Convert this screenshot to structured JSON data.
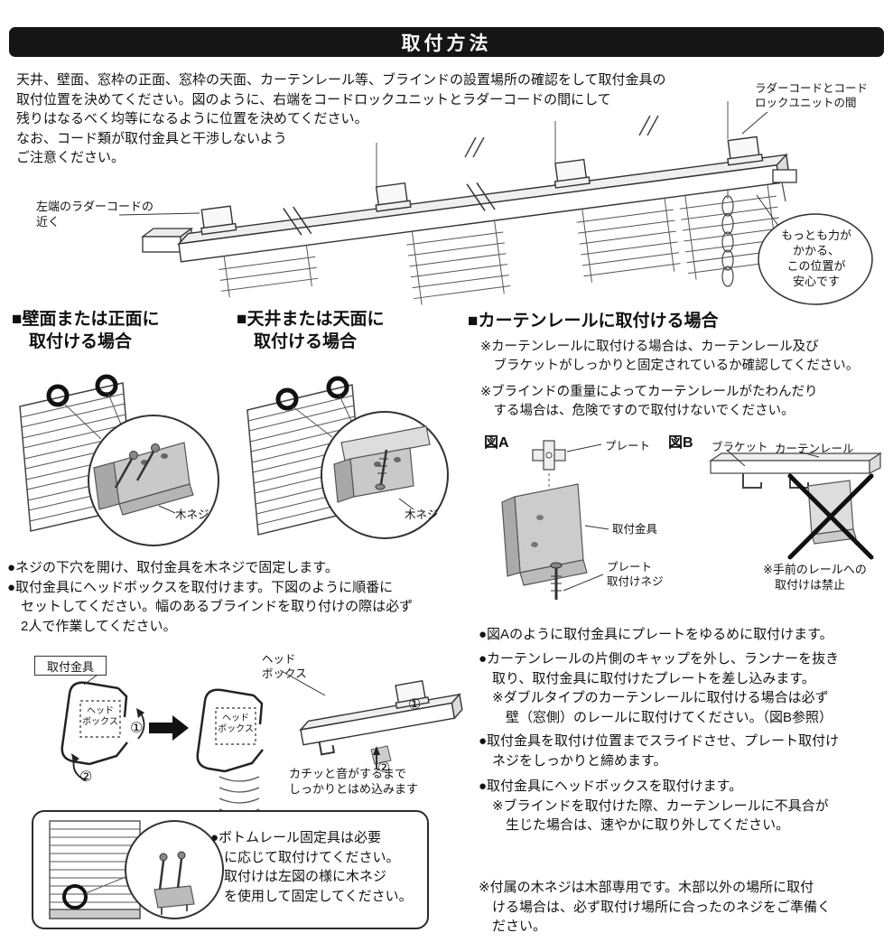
{
  "header": {
    "title": "取付方法"
  },
  "intro": {
    "text": "天井、壁面、窓枠の正面、窓枠の天面、カーテンレール等、ブラインドの設置場所の確認をして取付金具の\n取付位置を決めてください。図のように、右端をコードロックユニットとラダーコードの間にして\n残りはなるべく均等になるように位置を決めてください。\nなお、コード類が取付金具と干渉しないよう\nご注意ください。"
  },
  "rail_diagram": {
    "label_top_right": "ラダーコードとコード\nロックユニットの間",
    "label_left": "左端のラダーコードの\n近く",
    "bubble_note": "もっとも力が\nかかる、\nこの位置が\n安心です"
  },
  "wall_section": {
    "heading": "■壁面または正面に\n　取付ける場合",
    "screw_label": "木ネジ"
  },
  "ceiling_section": {
    "heading": "■天井または天面に\n　取付ける場合",
    "screw_label": "木ネジ"
  },
  "curtain_section": {
    "heading": "■カーテンレールに取付ける場合",
    "note1": "※カーテンレールに取付ける場合は、カーテンレール及び\n　ブラケットがしっかりと固定されているか確認してください。",
    "note2": "※ブラインドの重量によってカーテンレールがたわんだり\n　する場合は、危険ですので取付けないでください。",
    "fig_a": {
      "title": "図A",
      "label_plate": "プレート",
      "label_bracket": "取付金具",
      "label_screw": "プレート\n取付けネジ"
    },
    "fig_b": {
      "title": "図B",
      "label_bracket": "ブラケット",
      "label_rail": "カーテンレール",
      "caption": "※手前のレールへの\n　取付けは禁止"
    }
  },
  "install_steps": {
    "text": "●ネジの下穴を開け、取付金具を木ネジで固定します。\n●取付金具にヘッドボックスを取付けます。下図のように順番に\n　セットしてください。幅のあるブラインドを取り付けの際は必ず\n　2人で作業してください。"
  },
  "assembly": {
    "bracket_label": "取付金具",
    "headbox_label": "ヘッド\nボックス",
    "caption": "カチッと音がするまで\nしっかりとはめ込みます"
  },
  "marks": {
    "one": "①",
    "two": "②"
  },
  "bottom_rail_box": {
    "text": "●ボトムレール固定具は必要\n　に応じて取付けてください。\n　取付けは左図の様に木ネジ\n　を使用して固定してください。"
  },
  "curtain_steps": {
    "step1": "●図Aのように取付金具にプレートをゆるめに取付けます。",
    "step2": "●カーテンレールの片側のキャップを外し、ランナーを抜き\n　取り、取付金具に取付けたプレートを差し込みます。\n　※ダブルタイプのカーテンレールに取付ける場合は必ず\n　　壁（窓側）のレールに取付けてください。（図B参照）",
    "step3": "●取付金具を取付け位置までスライドさせ、プレート取付け\n　ネジをしっかりと締めます。",
    "step4": "●取付金具にヘッドボックスを取付けます。\n　※ブラインドを取付けた際、カーテンレールに不具合が\n　　生じた場合は、速やかに取り外してください。"
  },
  "footnote": {
    "text": "※付属の木ネジは木部専用です。木部以外の場所に取付\n　ける場合は、必ず取付け場所に合ったのネジをご準備く\n　ださい。"
  }
}
